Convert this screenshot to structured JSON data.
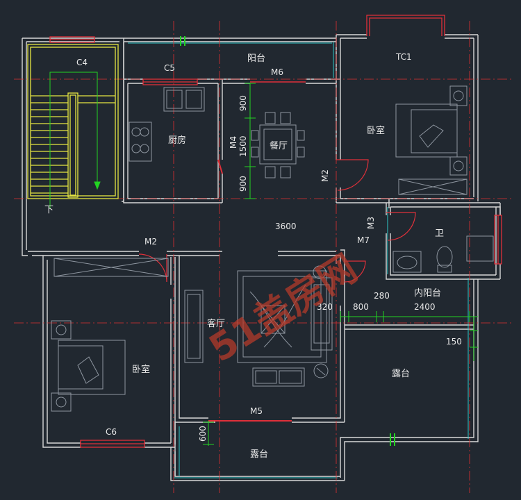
{
  "rooms": {
    "balcony_top": "阳台",
    "kitchen": "厨房",
    "dining": "餐厅",
    "bedroom_ne": "卧室",
    "bathroom": "卫",
    "living": "客厅",
    "inner_balcony": "内阳台",
    "terrace_east": "露台",
    "bedroom_sw": "卧室",
    "terrace_south": "露台"
  },
  "stair_down": "下",
  "tags": {
    "c4": "C4",
    "c5": "C5",
    "m6": "M6",
    "tc1": "TC1",
    "m4": "M4",
    "m2_a": "M2",
    "m2_b": "M2",
    "m3": "M3",
    "m7": "M7",
    "c6": "C6",
    "m5": "M5"
  },
  "dims": {
    "d900a": "900",
    "d1500": "1500",
    "d900b": "900",
    "d3600": "3600",
    "d320": "320",
    "d800": "800",
    "d280": "280",
    "d2400": "2400",
    "d150": "150",
    "d600": "600"
  },
  "watermark": "51盖房网",
  "colors": {
    "background": "#212830",
    "wall": "#d8d8d8",
    "window": "#e0303a",
    "stair": "#e6e642",
    "dimension": "#22d422",
    "axis": "#e03030",
    "furniture": "#8e96a0",
    "balcony_edge": "#30c8c8"
  }
}
